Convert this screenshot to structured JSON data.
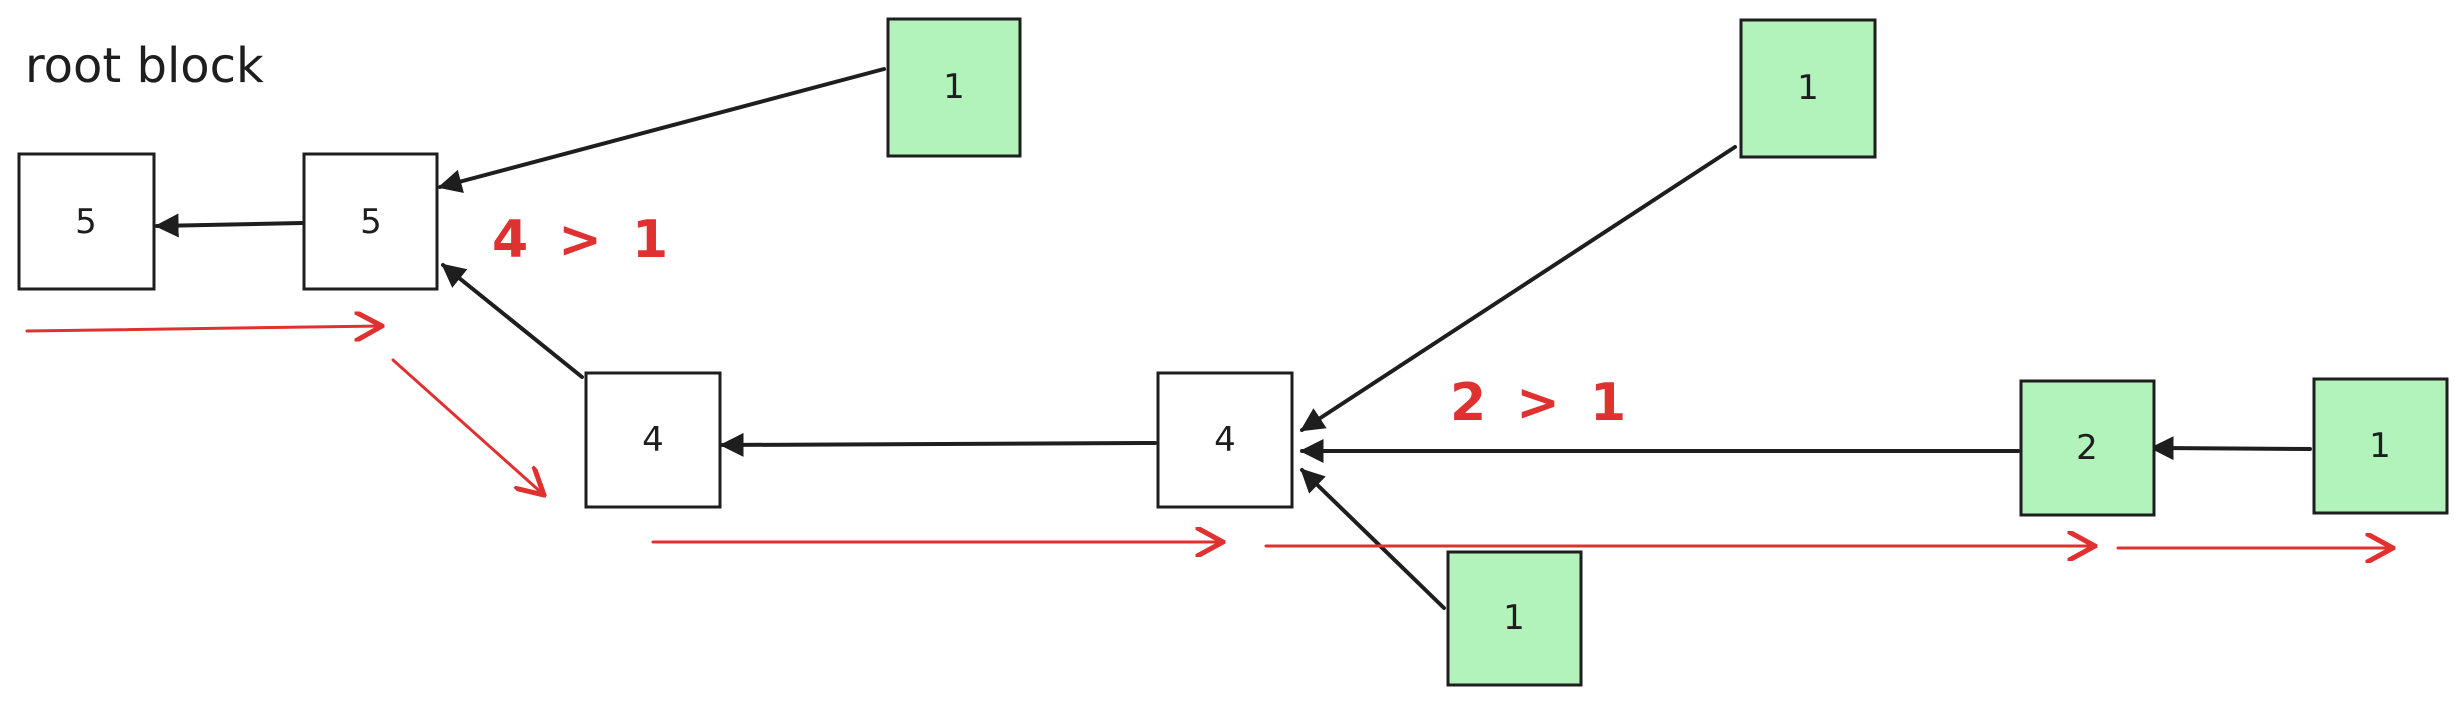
{
  "title": "root block",
  "colors": {
    "finalized_fill": "#ffffff",
    "candidate_fill": "#b2f2bb",
    "stroke": "#1e1e1e",
    "annotation": "#e03131"
  },
  "blocks": [
    {
      "id": "b5a",
      "label": "5",
      "kind": "finalized"
    },
    {
      "id": "b5b",
      "label": "5",
      "kind": "finalized"
    },
    {
      "id": "g1a",
      "label": "1",
      "kind": "candidate"
    },
    {
      "id": "b4a",
      "label": "4",
      "kind": "finalized"
    },
    {
      "id": "b4b",
      "label": "4",
      "kind": "finalized"
    },
    {
      "id": "g1b",
      "label": "1",
      "kind": "candidate"
    },
    {
      "id": "g1c",
      "label": "1",
      "kind": "candidate"
    },
    {
      "id": "g2",
      "label": "2",
      "kind": "candidate"
    },
    {
      "id": "g1d",
      "label": "1",
      "kind": "candidate"
    }
  ],
  "links": [
    {
      "from": "b5b",
      "to": "b5a"
    },
    {
      "from": "g1a",
      "to": "b5b"
    },
    {
      "from": "b4a",
      "to": "b5b"
    },
    {
      "from": "b4b",
      "to": "b4a"
    },
    {
      "from": "g1b",
      "to": "b4b"
    },
    {
      "from": "g2",
      "to": "b4b"
    },
    {
      "from": "g1c",
      "to": "b4b"
    },
    {
      "from": "g1d",
      "to": "g2"
    }
  ],
  "annotations": {
    "first": "4 > 1",
    "second": "2 > 1"
  }
}
